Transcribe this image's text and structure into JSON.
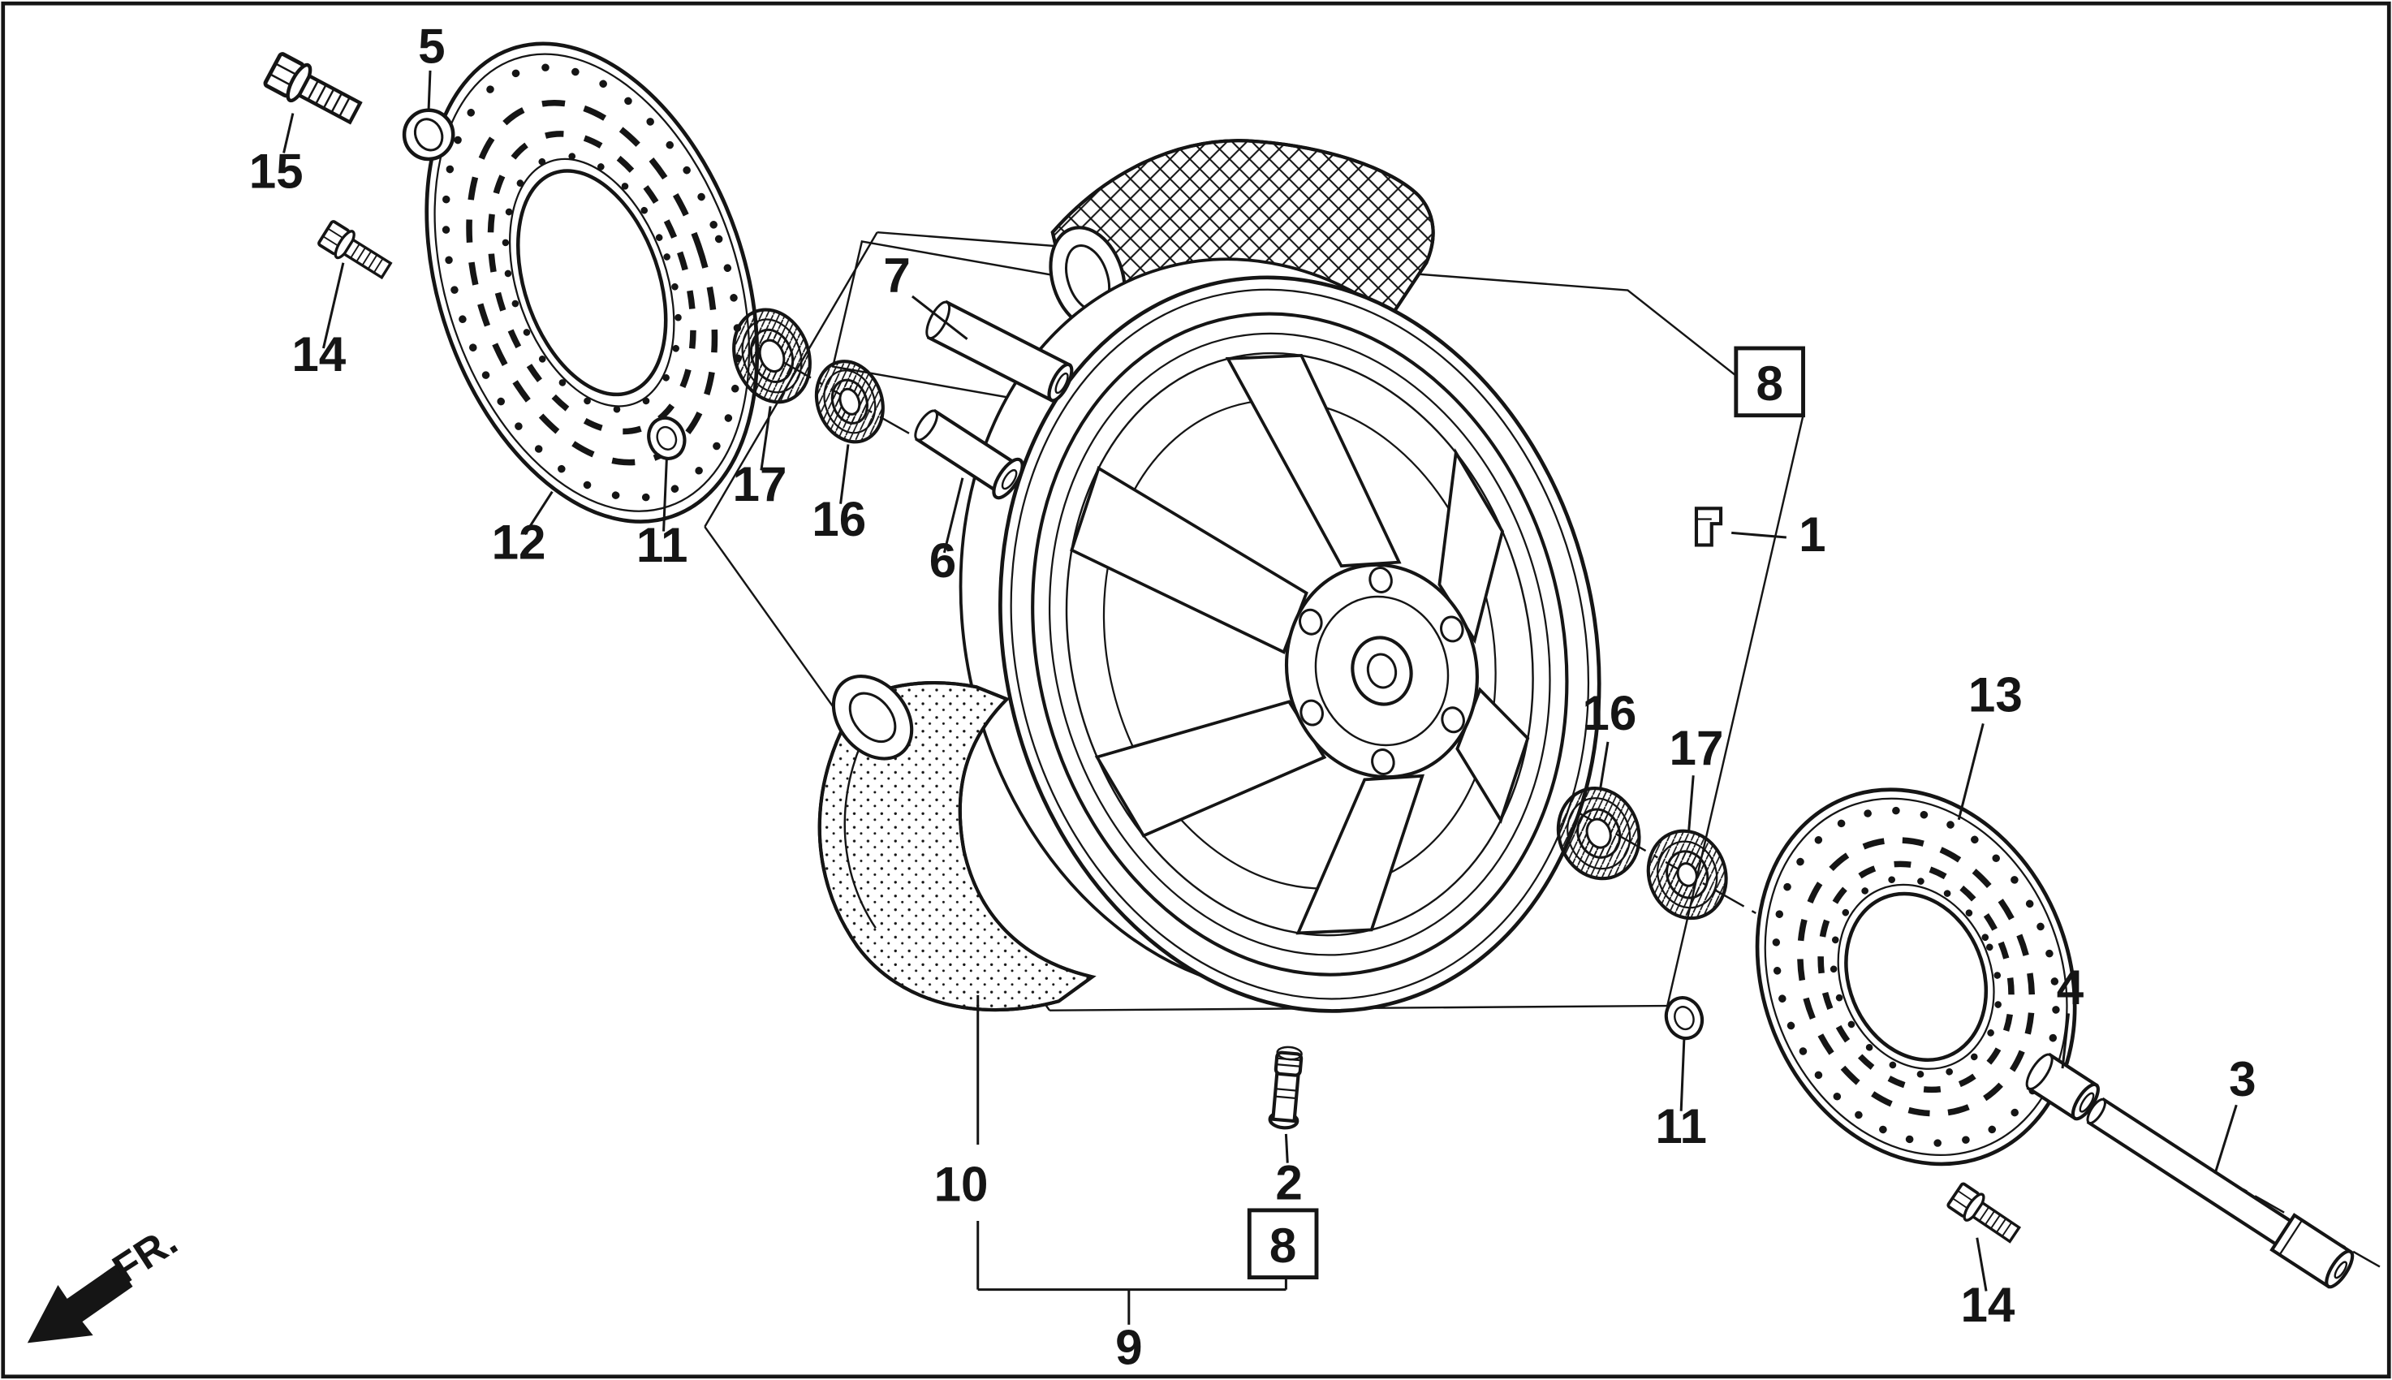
{
  "page": {
    "background": "#ffffff",
    "ink": "#151515"
  },
  "direction_indicator": {
    "label": "FR."
  },
  "callouts": {
    "bolt_15": "15",
    "collar_5": "5",
    "bolt_14_left": "14",
    "disc_12": "12",
    "nut_11_left": "11",
    "bearing_17_left": "17",
    "bearing_16_left": "16",
    "spacer_7": "7",
    "collar_6": "6",
    "ref_8_top": "8",
    "clip_1": "1",
    "bearing_16_right": "16",
    "seal_17_right": "17",
    "disc_13": "13",
    "nut_11_right": "11",
    "collar_4": "4",
    "axle_3": "3",
    "bolt_14_right": "14",
    "valve_2": "2",
    "ref_8_bottom": "8",
    "tire_10": "10",
    "sub_assembly_9": "9"
  }
}
